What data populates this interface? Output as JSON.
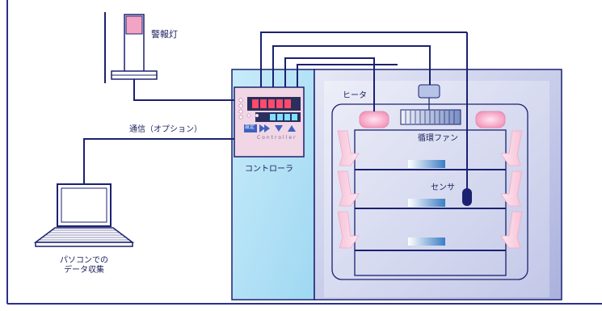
{
  "labels": {
    "alarm_lamp": "警報灯",
    "communication": "通信（オプション）",
    "controller": "コントローラ",
    "pc_line1": "パソコンでの",
    "pc_line2": "データ収集",
    "heater": "ヒータ",
    "fan": "循環ファン",
    "sensor": "センサ",
    "controller_brand": "Controller",
    "controller_key": "設定"
  },
  "colors": {
    "frame": "#2a2f8f",
    "line": "#1b2170",
    "panel_light_blue": "#b6e4f7",
    "chamber_bg": "#c9cdea",
    "heater_pink": "#f5a8c6",
    "flow_pink": "#f4b9d0",
    "controller_body": "#f3d8e6",
    "display_dark": "#2b2f5e",
    "display_digits": "#ff4a6a",
    "display_digits_2": "#7fe0ff"
  },
  "icons": [
    "alarm-lamp-icon",
    "laptop-icon",
    "controller-icon",
    "heater-icon",
    "fan-icon",
    "sensor-icon",
    "airflow-arrow-icon",
    "shelf-icon",
    "sample-icon"
  ]
}
